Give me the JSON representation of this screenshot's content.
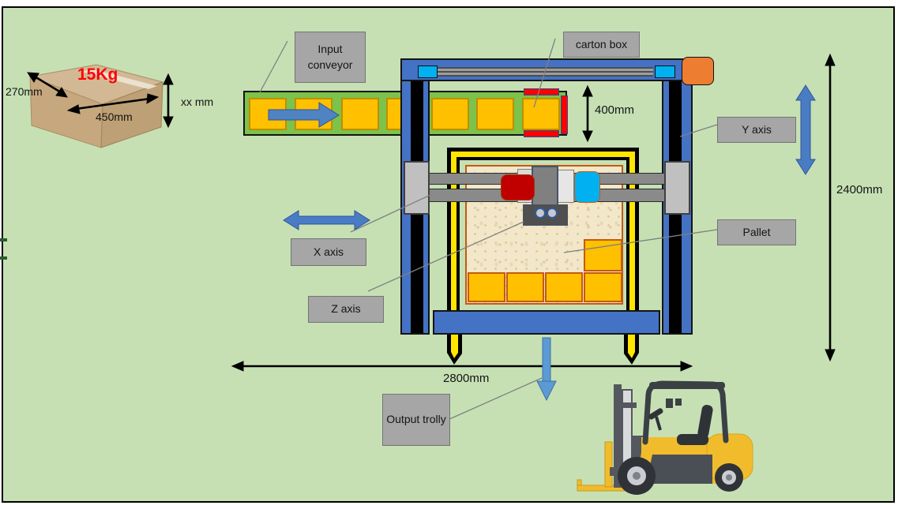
{
  "carton_detail": {
    "weight": "15Kg",
    "depth_label": "270mm",
    "length_label": "450mm",
    "height_label": "xx mm"
  },
  "machine": {
    "labels": {
      "input_conveyor": "Input conveyor",
      "carton_box": "carton box",
      "y_axis": "Y axis",
      "x_axis": "X axis",
      "z_axis": "Z axis",
      "pallet": "Pallet",
      "output_trolly": "Output trolly"
    },
    "dimensions": {
      "pick_clearance": "400mm",
      "overall_height": "2400mm",
      "overall_width": "2800mm"
    }
  },
  "icons": {
    "conveyor_flow_arrow": "right-arrow",
    "x_axis_arrow": "horizontal-double-arrow",
    "y_axis_arrow": "vertical-double-arrow",
    "output_arrow": "down-arrow"
  },
  "colors": {
    "background": "#c6e0b4",
    "structure_blue": "#4472c4",
    "conveyor_green": "#7cc24b",
    "box_orange": "#ffc000",
    "safety_yellow": "#ffe500",
    "gripper_red": "#c00000",
    "gripper_cyan": "#00b0f0",
    "motor_orange": "#ed7d31",
    "label_gray": "#a6a6a6",
    "highlight_red": "#ff0000",
    "arrow_blue": "#5b9bd5"
  }
}
